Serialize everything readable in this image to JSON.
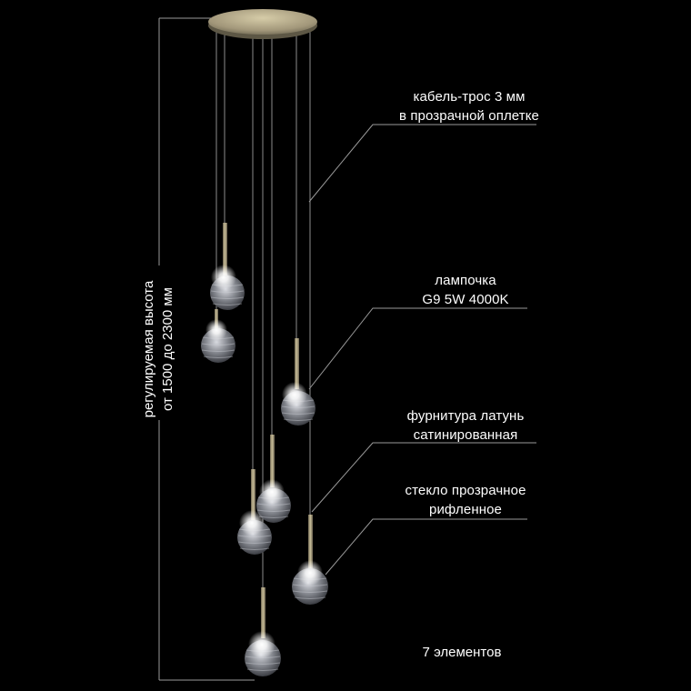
{
  "dimension": {
    "line1": "регулируемая высота",
    "line2": "от 1500 до 2300 мм"
  },
  "callouts": [
    {
      "line1": "кабель-трос 3 мм",
      "line2": "в прозрачной оплетке"
    },
    {
      "line1": "лампочка",
      "line2": "G9 5W 4000K"
    },
    {
      "line1": "фурнитура латунь",
      "line2": "сатинированная"
    },
    {
      "line1": "стекло прозрачное",
      "line2": "рифленное"
    }
  ],
  "count_label": "7 элементов",
  "colors": {
    "background": "#000000",
    "brass": "#a59a78",
    "glass": "#8a8c92",
    "leader_line": "#9a9a9a",
    "text": "#ffffff"
  }
}
